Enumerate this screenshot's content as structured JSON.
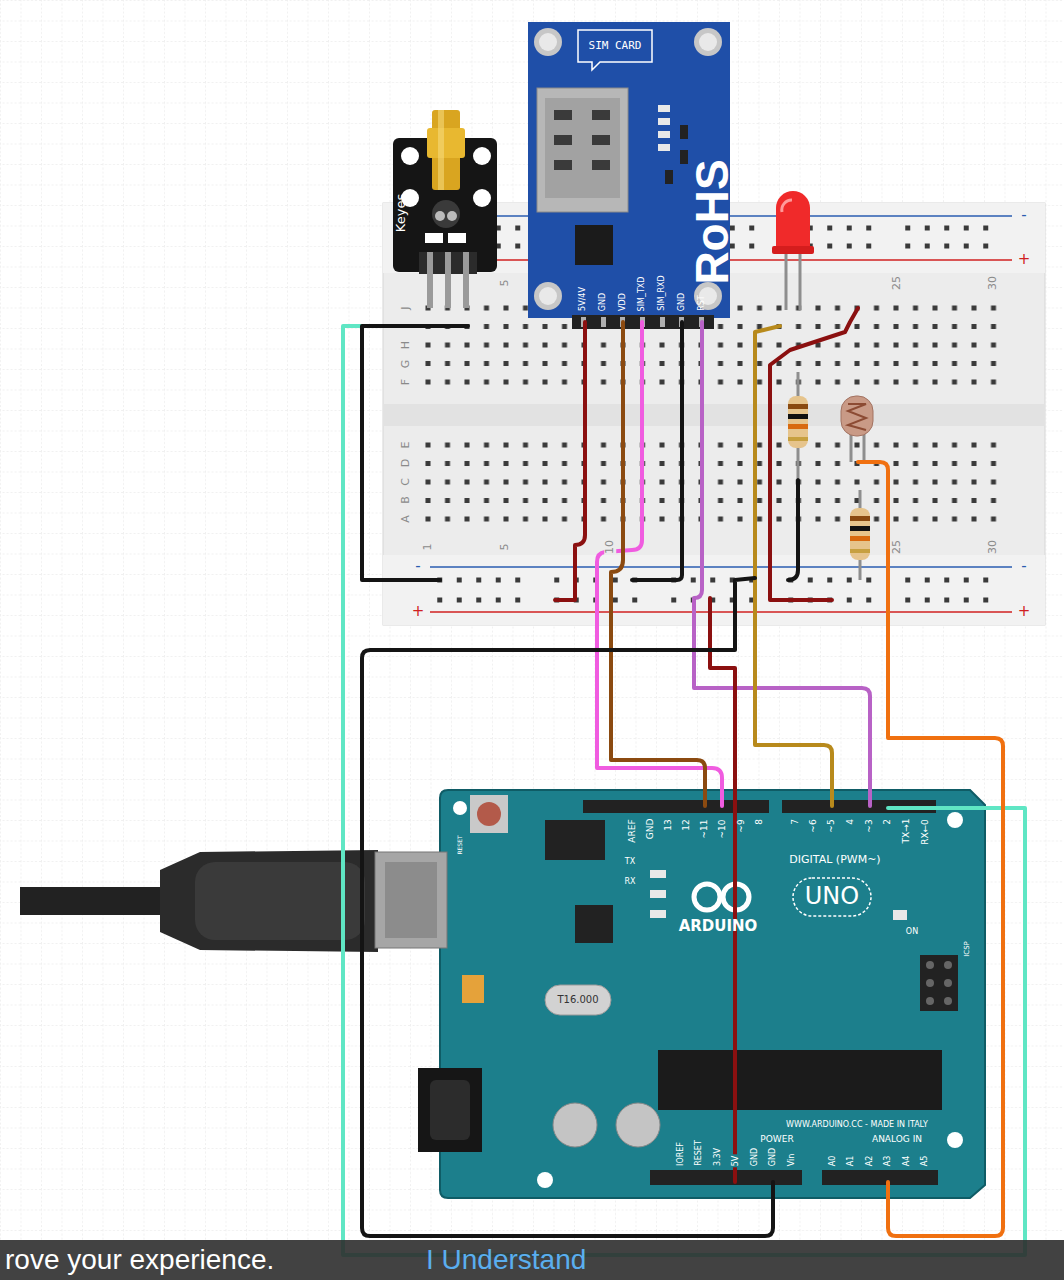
{
  "diagram": {
    "labels": [
      "SIM CARD",
      "RoHS",
      "5V/4V",
      "GND",
      "VDD",
      "SIM_TXD",
      "SIM_RXD",
      "GND",
      "RST",
      "Keyes",
      "5",
      "25",
      "30",
      "1",
      "5",
      "10",
      "25",
      "30",
      "J",
      "H",
      "G",
      "F",
      "E",
      "D",
      "C",
      "B",
      "A",
      "-",
      "+",
      "-",
      "+",
      "+",
      "-",
      "RESET",
      "AREF",
      "GND",
      "13",
      "12",
      "~11",
      "~10",
      "~9",
      "8",
      "7",
      "~6",
      "~5",
      "4",
      "~3",
      "2",
      "TX→1",
      "RX←0",
      "DIGITAL (PWM~)",
      "TX",
      "RX",
      "ARDUINO",
      "UNO",
      "ON",
      "ICSP",
      "T16.000",
      "WWW.ARDUINO.CC - MADE IN ITALY",
      "POWER",
      "ANALOG IN",
      "IOREF",
      "RESET",
      "3.3V",
      "5V",
      "GND",
      "GND",
      "Vin",
      "A0",
      "A1",
      "A2",
      "A3",
      "A4",
      "A5",
      "rove your experience.",
      "I Understand"
    ]
  }
}
